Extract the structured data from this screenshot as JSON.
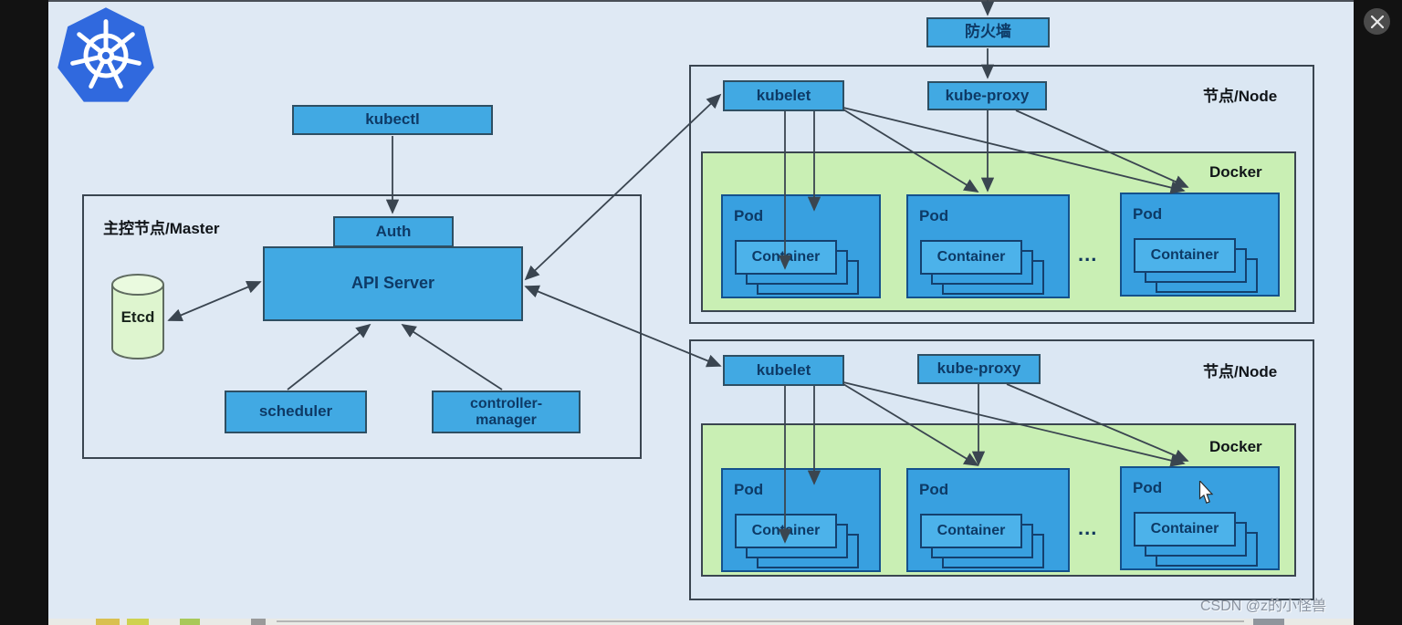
{
  "viewer": {
    "close_icon": "close",
    "prev_icon": "chevron-left",
    "next_icon": "chevron-right"
  },
  "slide": {
    "kubectl_label": "kubectl",
    "firewall_label": "防火墙",
    "master": {
      "label": "主控节点/Master",
      "auth": "Auth",
      "api_server": "API Server",
      "etcd": "Etcd",
      "scheduler": "scheduler",
      "controller_manager_line1": "controller-",
      "controller_manager_line2": "manager"
    },
    "nodes": [
      {
        "label": "节点/Node",
        "kubelet": "kubelet",
        "kube_proxy": "kube-proxy",
        "docker": "Docker",
        "ellipsis": "...",
        "pods": [
          {
            "label": "Pod",
            "container": "Container"
          },
          {
            "label": "Pod",
            "container": "Container"
          },
          {
            "label": "Pod",
            "container": "Container"
          }
        ]
      },
      {
        "label": "节点/Node",
        "kubelet": "kubelet",
        "kube_proxy": "kube-proxy",
        "docker": "Docker",
        "ellipsis": "...",
        "pods": [
          {
            "label": "Pod",
            "container": "Container"
          },
          {
            "label": "Pod",
            "container": "Container"
          },
          {
            "label": "Pod",
            "container": "Container"
          }
        ]
      }
    ],
    "watermark": "CSDN @z的小怪兽"
  },
  "colors": {
    "box_blue": "#41a9e3",
    "pod_blue": "#38a0e0",
    "container_blue": "#4cb2ea",
    "docker_green": "#c9efb4",
    "etcd_green": "#def5cf",
    "logo_blue": "#3069de",
    "slide_bg": "#dfe9f4",
    "viewer_bg": "#121212",
    "line": "#3a4550"
  }
}
